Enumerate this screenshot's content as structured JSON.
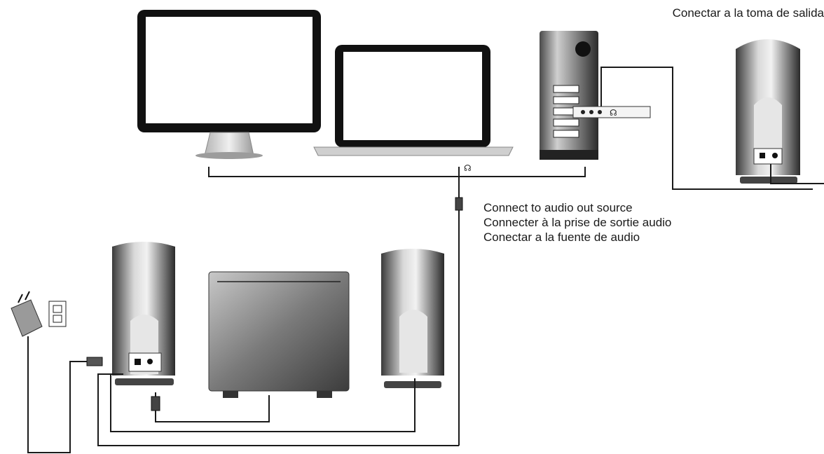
{
  "diagram": {
    "labels": {
      "main": {
        "en": "Connect to audio out source",
        "fr": "Connecter à la prise de sortie audio",
        "es": "Conectar a la fuente de audio"
      },
      "top_right": {
        "es": "Conectar a la toma de salida"
      }
    },
    "components": [
      "desktop-monitor",
      "laptop",
      "desktop-tower",
      "satellite-speaker-left",
      "subwoofer",
      "satellite-speaker-right",
      "power-adapter",
      "wall-outlet",
      "audio-jack-plug"
    ],
    "colors": {
      "line": "#1a1a1a",
      "speaker_light": "#e4e4e4",
      "speaker_dark": "#2b2b2b",
      "screen": "#ffffff",
      "bezel": "#111111"
    }
  }
}
